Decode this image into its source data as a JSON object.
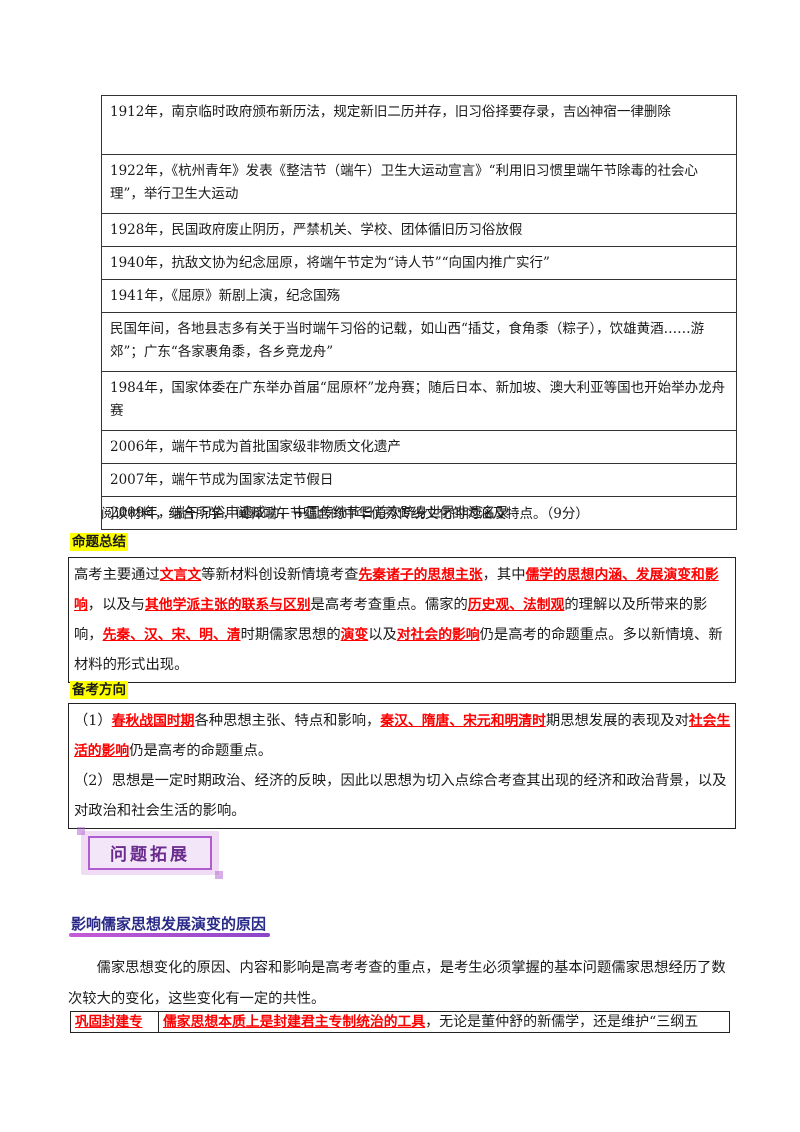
{
  "timeline": [
    "1912年，南京临时政府颁布新历法，规定新旧二历并存，旧习俗择要存录，吉凶神宿一律删除",
    "1922年，《杭州青年》发表《整洁节（端午）卫生大运动宣言》“利用旧习惯里端午节除毒的社会心理”，举行卫生大运动",
    "1928年，民国政府废止阴历，严禁机关、学校、团体循旧历习俗放假",
    "1940年，抗敌文协为纪念屈原，将端午节定为“诗人节”“向国内推广实行”",
    "1941年，《屈原》新剧上演，纪念国殇",
    "民国年间，各地县志多有关于当时端午习俗的记载，如山西“插艾，食角黍（粽子），饮雄黄酒……游郊”；广东“各家裹角黍，各乡竞龙舟”",
    "1984年，国家体委在广东举办首届“屈原杯”龙舟赛；随后日本、新加坡、澳大利亚等国也开始举办龙舟赛",
    "2006年，端午节成为首批国家级非物质文化遗产",
    "2007年，端午节成为国家法定节假日",
    "2009年，端午习俗申遗成功，中国传统节日首次跻身世界非遗名录"
  ],
  "question": "阅读材料，结合所学，阐释端午节蕴含的中华优秀传统文化的内涵及特点。（9分）",
  "summary": {
    "label": "命题总结",
    "t1": "高考主要通过",
    "r1": "文言文",
    "t2": "等新材料创设新情境考查",
    "r2": "先秦诸子的思想主张",
    "t3": "，其中",
    "r3": "儒学的思想内涵、发展演变和影响",
    "t4": "，以及与",
    "r4": "其他学派主张的联系与区别",
    "t5": "是高考考查重点。儒家的",
    "r5": "历史观、法制观",
    "t6": "的理解以及所带来的影响，",
    "r6": "先秦、汉、宋、明、清",
    "t7": "时期儒家思想的",
    "r7": "演变",
    "t8": "以及",
    "r8": "对社会的影响",
    "t9": "仍是高考的命题重点。多以新情境、新材料的形式出现。"
  },
  "direction": {
    "label": "备考方向",
    "p1_a": "（1）",
    "p1_r1": "春秋战国时期",
    "p1_b": "各种思想主张、特点和影响，",
    "p1_r2": "秦汉、隋唐、宋元和明清时",
    "p1_c": "期思想发展的表现及对",
    "p1_r3": "社会生活的影响",
    "p1_d": "仍是高考的命题重点。",
    "p2": "（2）思想是一定时期政治、经济的反映，因此以思想为切入点综合考查其出现的经济和政治背景，以及对政治和社会生活的影响。"
  },
  "banner_text": "问题拓展",
  "section_title": "影响儒家思想发展演变的原因",
  "paragraph": "儒家思想变化的原因、内容和影响是高考考查的重点，是考生必须掌握的基本问题儒家思想经历了数次较大的变化，这些变化有一定的共性。",
  "bottom_row": {
    "c1": "巩固封建专",
    "c2_red": "儒家思想本质上是封建君主专制统治的工具",
    "c2_rest": "，无论是董仲舒的新儒学，还是维护“三纲五"
  },
  "colors": {
    "highlight": "#ffff00",
    "emphasis": "#ff0000",
    "banner_border": "#b05cd0",
    "title_underline": "#9b4fd0"
  }
}
